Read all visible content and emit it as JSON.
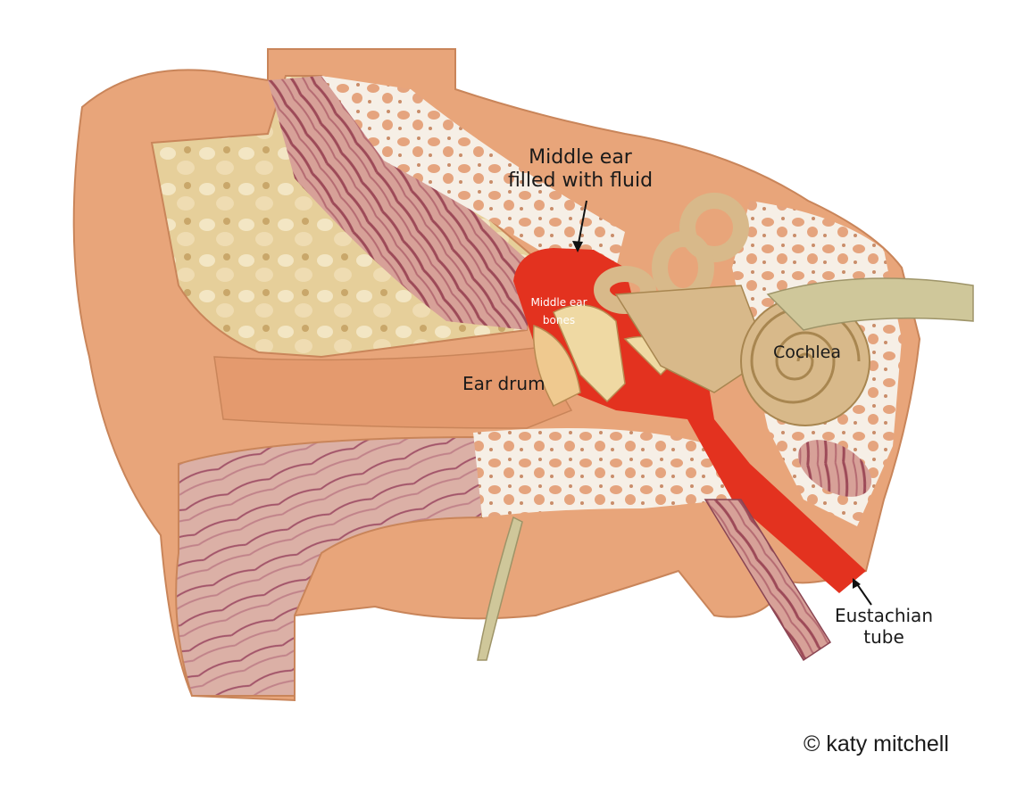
{
  "labels": {
    "middle_ear_line1": "Middle ear",
    "middle_ear_line2": "filled with fluid",
    "middle_ear_bones_line1": "Middle ear",
    "middle_ear_bones_line2": "bones",
    "ear_drum": "Ear drum",
    "cochlea": "Cochlea",
    "eustachian_line1": "Eustachian",
    "eustachian_line2": "tube"
  },
  "copyright": "© katy mitchell",
  "colors": {
    "skin": "#e8a57a",
    "skin_dark": "#d98c5e",
    "bone_white": "#f6efe6",
    "bone_hole": "#e9a57f",
    "muscle": "#b86a72",
    "fat": "#e9d6a8",
    "fluid": "#e3321f",
    "inner_ear": "#d8b98a",
    "nerve": "#cfc79a"
  },
  "icons": [
    "arrow-icon"
  ]
}
